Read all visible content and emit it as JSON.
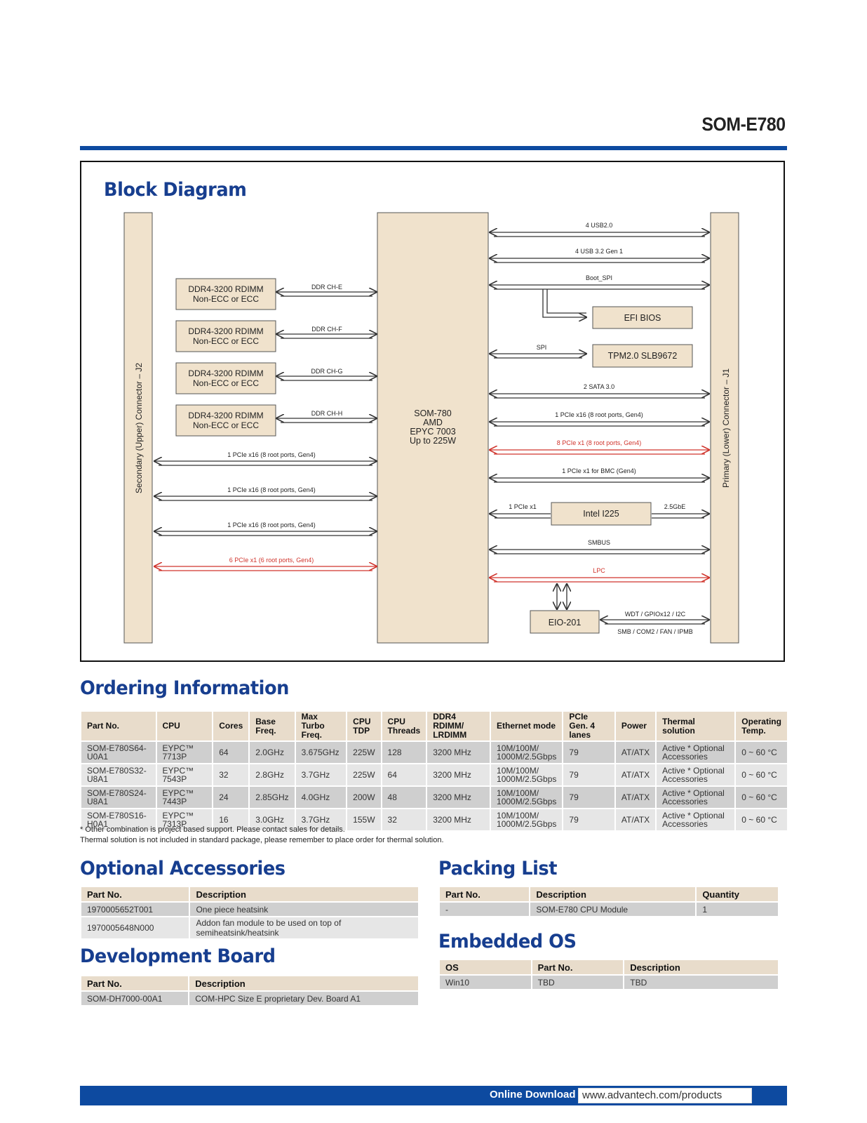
{
  "header": {
    "product": "SOM-E780"
  },
  "block_diagram": {
    "title": "Block Diagram",
    "left_connector": "Secondary (Upper) Connector – J2",
    "right_connector": "Primary (Lower) Connector – J1",
    "cpu_lines": [
      "SOM-780",
      "AMD",
      "EPYC 7003",
      "Up to 225W"
    ],
    "dimms": [
      {
        "lines": [
          "DDR4-3200 RDIMM",
          "Non-ECC or ECC"
        ],
        "bus": "DDR CH-E"
      },
      {
        "lines": [
          "DDR4-3200 RDIMM",
          "Non-ECC or ECC"
        ],
        "bus": "DDR CH-F"
      },
      {
        "lines": [
          "DDR4-3200 RDIMM",
          "Non-ECC or ECC"
        ],
        "bus": "DDR CH-G"
      },
      {
        "lines": [
          "DDR4-3200 RDIMM",
          "Non-ECC or ECC"
        ],
        "bus": "DDR CH-H"
      }
    ],
    "left_buses": [
      {
        "label": "1 PCIe x16 (8 root ports, Gen4)",
        "highlight": false
      },
      {
        "label": "1 PCIe x16 (8 root ports, Gen4)",
        "highlight": false
      },
      {
        "label": "1 PCIe x16 (8 root ports, Gen4)",
        "highlight": false
      },
      {
        "label": "6 PCIe x1 (6 root ports, Gen4)",
        "highlight": true
      }
    ],
    "right_buses": [
      {
        "label": "4 USB2.0",
        "highlight": false
      },
      {
        "label": "4 USB 3.2 Gen 1",
        "highlight": false
      },
      {
        "label": "Boot_SPI",
        "highlight": false
      },
      {
        "label": "2 SATA 3.0",
        "highlight": false
      },
      {
        "label": "1 PCIe x16 (8 root ports, Gen4)",
        "highlight": false
      },
      {
        "label": "8 PCIe x1 (8 root ports, Gen4)",
        "highlight": true
      },
      {
        "label": "1 PCIe x1 for BMC (Gen4)",
        "highlight": false
      },
      {
        "label": "SMBUS",
        "highlight": false
      },
      {
        "label": "LPC",
        "highlight": true
      }
    ],
    "efi_bios": "EFI BIOS",
    "tpm": "TPM2.0 SLB9672",
    "spi": "SPI",
    "lan_chip": "Intel I225",
    "lan_in": "1 PCIe x1",
    "lan_out": "2.5GbE",
    "eio": "EIO-201",
    "eio_bus_top": "WDT / GPIOx12 / I2C",
    "eio_bus_bottom": "SMB / COM2 / FAN / IPMB",
    "colors": {
      "box": "#f0e2cc",
      "highlight": "#d0342c",
      "line": "#333333"
    }
  },
  "ordering": {
    "title": "Ordering Information",
    "headers": [
      "Part No.",
      "CPU",
      "Cores",
      "Base Freq.",
      "Max Turbo Freq.",
      "CPU TDP",
      "CPU Threads",
      "DDR4 RDIMM/ LRDIMM",
      "Ethernet mode",
      "PCIe Gen. 4 lanes",
      "Power",
      "Thermal solution",
      "Operating Temp."
    ],
    "rows": [
      [
        "SOM-E780S64-U0A1",
        "EYPC™ 7713P",
        "64",
        "2.0GHz",
        "3.675GHz",
        "225W",
        "128",
        "3200 MHz",
        "10M/100M/ 1000M/2.5Gbps",
        "79",
        "AT/ATX",
        "Active * Optional Accessories",
        "0 ~ 60 °C"
      ],
      [
        "SOM-E780S32-U8A1",
        "EYPC™ 7543P",
        "32",
        "2.8GHz",
        "3.7GHz",
        "225W",
        "64",
        "3200 MHz",
        "10M/100M/ 1000M/2.5Gbps",
        "79",
        "AT/ATX",
        "Active * Optional Accessories",
        "0 ~ 60 °C"
      ],
      [
        "SOM-E780S24-U8A1",
        "EYPC™ 7443P",
        "24",
        "2.85GHz",
        "4.0GHz",
        "200W",
        "48",
        "3200 MHz",
        "10M/100M/ 1000M/2.5Gbps",
        "79",
        "AT/ATX",
        "Active * Optional Accessories",
        "0 ~ 60 °C"
      ],
      [
        "SOM-E780S16-H0A1",
        "EYPC™ 7313P",
        "16",
        "3.0GHz",
        "3.7GHz",
        "155W",
        "32",
        "3200 MHz",
        "10M/100M/ 1000M/2.5Gbps",
        "79",
        "AT/ATX",
        "Active * Optional Accessories",
        "0 ~ 60 °C"
      ]
    ],
    "notes": [
      "* Other combination is project based support. Please contact sales for details.",
      "Thermal solution is not included in standard package, please remember to place order for thermal solution."
    ]
  },
  "optional_accessories": {
    "title": "Optional Accessories",
    "headers": [
      "Part No.",
      "Description"
    ],
    "rows": [
      [
        "1970005652T001",
        "One piece heatsink"
      ],
      [
        "1970005648N000",
        "Addon fan module to be used on top of semiheatsink/heatsink"
      ]
    ]
  },
  "development_board": {
    "title": "Development Board",
    "headers": [
      "Part No.",
      "Description"
    ],
    "rows": [
      [
        "SOM-DH7000-00A1",
        "COM-HPC Size E proprietary Dev. Board A1"
      ]
    ]
  },
  "packing_list": {
    "title": "Packing List",
    "headers": [
      "Part No.",
      "Description",
      "Quantity"
    ],
    "rows": [
      [
        "-",
        "SOM-E780 CPU Module",
        "1"
      ]
    ]
  },
  "embedded_os": {
    "title": "Embedded OS",
    "headers": [
      "OS",
      "Part No.",
      "Description"
    ],
    "rows": [
      [
        "Win10",
        "TBD",
        "TBD"
      ]
    ]
  },
  "footer": {
    "label": "Online Download",
    "url": "www.advantech.com/products"
  }
}
